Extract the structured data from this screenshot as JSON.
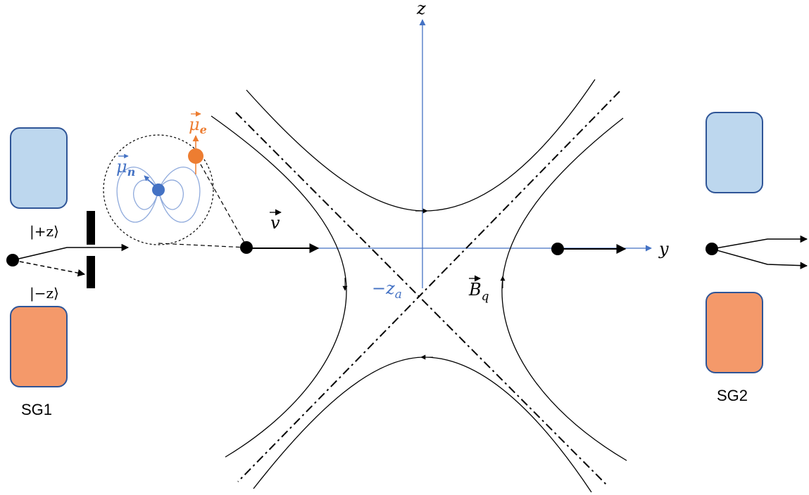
{
  "labels": {
    "z_axis": "z",
    "y_axis": "y",
    "velocity": "v",
    "mu_e": "μ",
    "mu_e_sub": "e",
    "mu_n": "μ",
    "mu_n_sub": "n",
    "field": "B",
    "field_sub": "q",
    "offset_sign": "−z",
    "offset_sub": "a",
    "ket_plus": "|+z⟩",
    "ket_minus": "|−z⟩",
    "sg1": "SG1",
    "sg2": "SG2"
  },
  "colors": {
    "magnet_top_fill": "#bdd7ee",
    "magnet_bottom_fill": "#f4996a",
    "magnet_border": "#2f5597",
    "axis_blue": "#4472c4",
    "electron_orange": "#ed7d31",
    "nucleus_blue": "#4472c4",
    "field_line": "#8faadc",
    "ink": "#000000"
  }
}
